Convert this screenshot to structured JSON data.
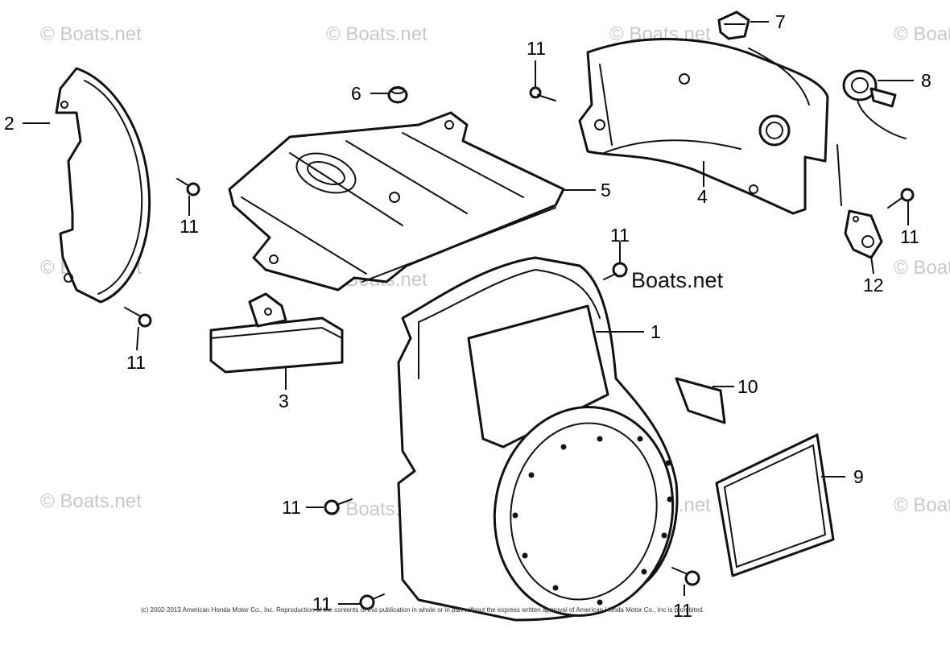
{
  "callouts": {
    "c1": "1",
    "c2": "2",
    "c3": "3",
    "c4": "4",
    "c5": "5",
    "c6": "6",
    "c7": "7",
    "c8": "8",
    "c9": "9",
    "c10": "10",
    "c11": "11",
    "c12": "12"
  },
  "watermark": {
    "faint": "© Boats.net",
    "center": "Boats.net"
  },
  "copyright": "(c) 2002-2013 American Honda Motor Co., Inc. Reproduction of the contents of this publication in whole or in part without the express written approval of American Honda Motor Co., Inc is prohibited.",
  "colors": {
    "line": "#111111",
    "watermark": "#c8c8c8",
    "background": "#ffffff"
  }
}
